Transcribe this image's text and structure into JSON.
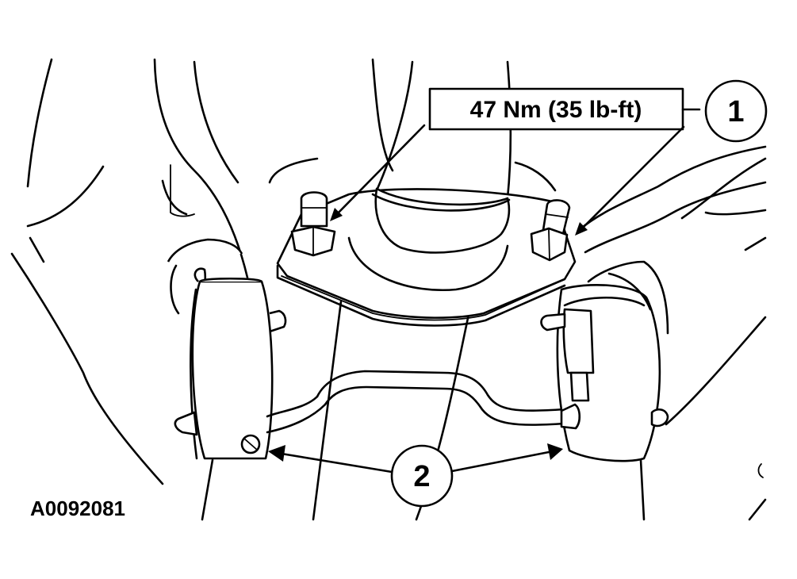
{
  "torque_label": "47 Nm (35 lb-ft)",
  "callouts": [
    {
      "number": "1"
    },
    {
      "number": "2"
    }
  ],
  "figure_id": "A0092081"
}
